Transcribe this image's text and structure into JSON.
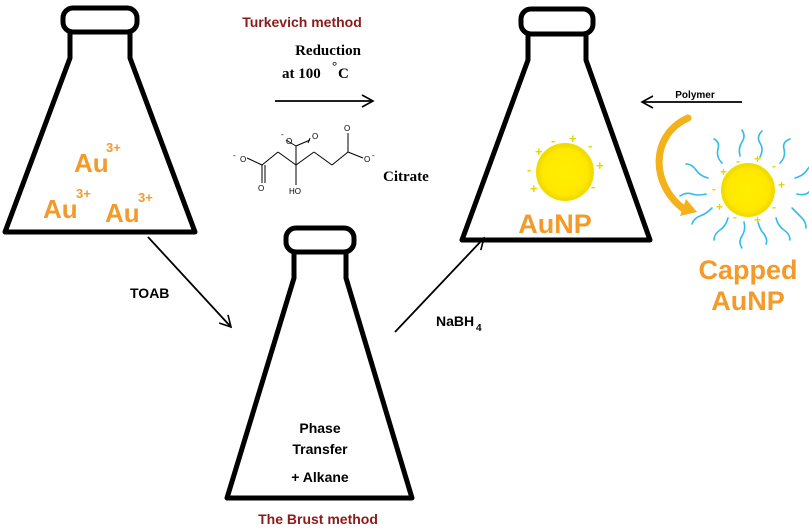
{
  "colors": {
    "flask_stroke": "#000000",
    "gold_text": "#f39a2b",
    "method_title": "#8b1a1a",
    "np_fill": "#ffee00",
    "np_glow": "#f5e61a",
    "charge": "#e8d400",
    "ligand": "#33bbee",
    "curved_arrow": "#f3b21a"
  },
  "turkevich": {
    "title": "Turkevich method",
    "reduction_line1": "Reduction",
    "reduction_line2": "at 100",
    "degree": "°",
    "reduction_unit": " C",
    "citrate_label": "Citrate"
  },
  "citrate": {
    "o_minus": "O",
    "o": "O",
    "ho": "HO",
    "minus": "-"
  },
  "flask_au": {
    "au_label": "Au",
    "charge_label": "3+"
  },
  "flask_aunp": {
    "label": "AuNP"
  },
  "polymer_label": "Polymer",
  "capped": {
    "line1": "Capped",
    "line2": "AuNP"
  },
  "brust": {
    "title": "The Brust method",
    "toab_label": "TOAB",
    "reducer": "NaBH",
    "reducer_sub": "4",
    "line1": "Phase",
    "line2": "Transfer",
    "line3": "+ Alkane"
  },
  "charge_symbols": {
    "plus": "+",
    "minus": "-"
  }
}
